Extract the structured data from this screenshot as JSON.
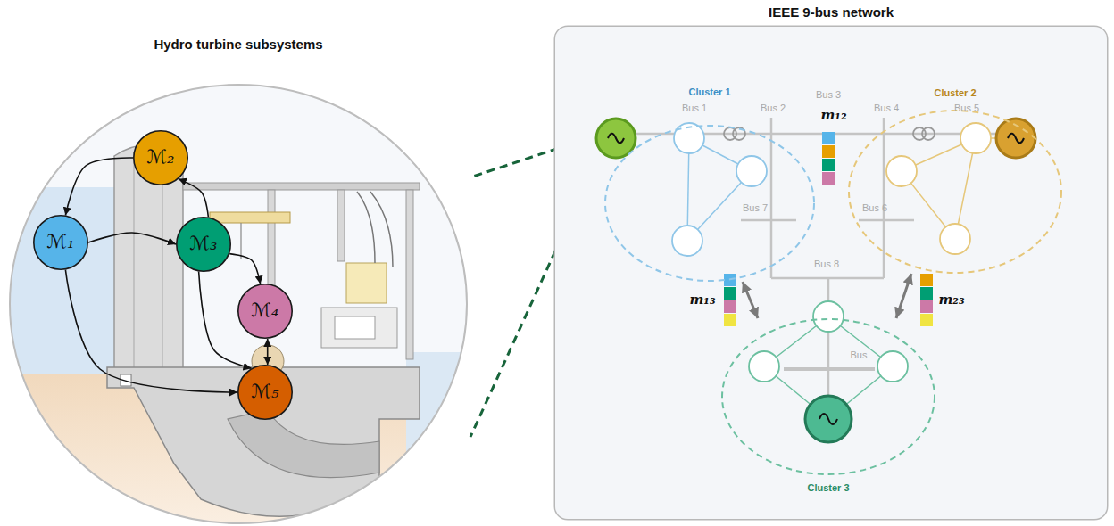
{
  "diagram": {
    "nodes": [
      {
        "text": [
          "Hydro turbine subsystems"
        ]
      },
      {
        "text": [
          "ℳ₁"
        ],
        "in": 0
      },
      {
        "text": [
          "ℳ₂"
        ],
        "in": 0
      },
      {
        "text": [
          "ℳ₃"
        ],
        "in": 0
      },
      {
        "text": [
          "ℳ₄"
        ],
        "in": 0
      },
      {
        "text": [
          "ℳ₅"
        ],
        "in": 0
      },
      {
        "text": [
          "IEEE 9-bus network"
        ]
      },
      {
        "text": [
          "Cluster 1"
        ],
        "in": 6
      },
      {
        "text": [
          "Cluster 2"
        ],
        "in": 6
      },
      {
        "text": [
          "Cluster 3"
        ],
        "in": 6
      }
    ],
    "edges": [
      {
        "from": 2,
        "to": 1,
        "arrow": "to"
      },
      {
        "from": 1,
        "to": 3,
        "arrow": "to"
      },
      {
        "from": 3,
        "to": 2,
        "arrow": "to"
      },
      {
        "from": 3,
        "to": 4,
        "arrow": "to"
      },
      {
        "from": 1,
        "to": 5,
        "arrow": "to"
      },
      {
        "from": 3,
        "to": 5,
        "arrow": "to"
      },
      {
        "from": 4,
        "to": 5,
        "arrow": "both"
      },
      {
        "from": 7,
        "to": 9,
        "arrow": "both"
      },
      {
        "from": 8,
        "to": 9,
        "arrow": "both"
      }
    ],
    "labels": [
      "Bus 1",
      "Bus 2",
      "Bus 3",
      "Bus 4",
      "Bus 5",
      "Bus 7",
      "Bus 6",
      "Bus 8",
      "Bus",
      "m₁₂",
      "m₁₃",
      "m₂₃"
    ]
  }
}
